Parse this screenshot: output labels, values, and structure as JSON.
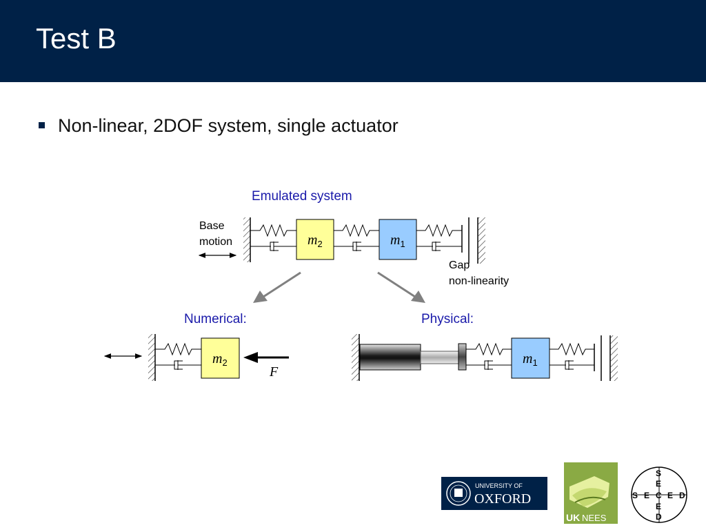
{
  "slide": {
    "title": "Test B",
    "bullet": "Non-linear, 2DOF system, single actuator"
  },
  "diagram": {
    "emulated_label": "Emulated system",
    "base_motion_line1": "Base",
    "base_motion_line2": "motion",
    "gap_line1": "Gap",
    "gap_line2": "non-linearity",
    "numerical_label": "Numerical:",
    "physical_label": "Physical:",
    "mass_symbol": "m",
    "m1_sub": "1",
    "m2_sub": "2",
    "force_label": "F"
  },
  "logos": {
    "oxford_line1": "UNIVERSITY OF",
    "oxford_line2": "OXFORD",
    "uknees_uk": "UK",
    "uknees_nees": "NEES",
    "seced_row": [
      "S",
      "E",
      "C",
      "E",
      "D"
    ],
    "seced_col": [
      "S",
      "E",
      "C",
      "E",
      "D"
    ]
  },
  "colors": {
    "header": "#002147",
    "label_blue": "#1a1aaa",
    "mass_yellow": "#ffff99",
    "mass_blue": "#99ccff",
    "arrow_gray": "#808080",
    "uknees_green": "#8aaa44"
  }
}
